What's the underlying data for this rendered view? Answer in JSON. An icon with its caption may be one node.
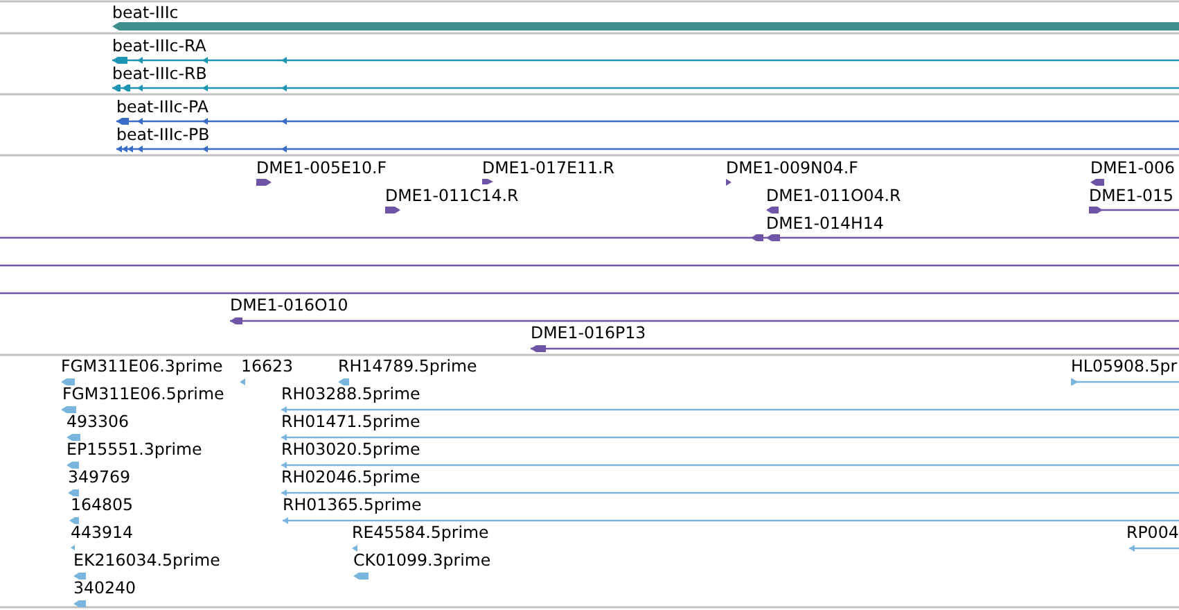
{
  "diagram": {
    "nodes": [
      {
        "text": [
          "beat-IIIc"
        ]
      },
      {
        "text": [
          "beat-IIIc-RA"
        ]
      },
      {
        "text": [
          "beat-IIIc-RB"
        ]
      },
      {
        "text": [
          "beat-IIIc-PA"
        ]
      },
      {
        "text": [
          "beat-IIIc-PB"
        ]
      },
      {
        "text": [
          "DME1-005E10.F"
        ]
      },
      {
        "text": [
          "DME1-017E11.R"
        ]
      },
      {
        "text": [
          "DME1-009N04.F"
        ]
      },
      {
        "text": [
          "DME1-006"
        ]
      },
      {
        "text": [
          "DME1-011C14.R"
        ]
      },
      {
        "text": [
          "DME1-011O04.R"
        ]
      },
      {
        "text": [
          "DME1-015"
        ]
      },
      {
        "text": [
          "DME1-014H14"
        ]
      },
      {
        "text": [],
        "shape": "line"
      },
      {
        "text": [],
        "shape": "line"
      },
      {
        "text": [
          "DME1-016O10"
        ]
      },
      {
        "text": [
          "DME1-016P13"
        ]
      },
      {
        "text": [
          "FGM311E06.3prime"
        ]
      },
      {
        "text": [
          "16623"
        ]
      },
      {
        "text": [
          "RH14789.5prime"
        ]
      },
      {
        "text": [
          "HL05908.5pr"
        ]
      },
      {
        "text": [
          "FGM311E06.5prime"
        ]
      },
      {
        "text": [
          "RH03288.5prime"
        ]
      },
      {
        "text": [
          "493306"
        ]
      },
      {
        "text": [
          "RH01471.5prime"
        ]
      },
      {
        "text": [
          "EP15551.3prime"
        ]
      },
      {
        "text": [
          "RH03020.5prime"
        ]
      },
      {
        "text": [
          "349769"
        ]
      },
      {
        "text": [
          "RH02046.5prime"
        ]
      },
      {
        "text": [
          "164805"
        ]
      },
      {
        "text": [
          "RH01365.5prime"
        ]
      },
      {
        "text": [
          "443914"
        ]
      },
      {
        "text": [
          "RE45584.5prime"
        ]
      },
      {
        "text": [
          "RP004"
        ]
      },
      {
        "text": [
          "EK216034.5prime"
        ]
      },
      {
        "text": [
          "CK01099.3prime"
        ]
      },
      {
        "text": [
          "340240"
        ]
      }
    ]
  }
}
